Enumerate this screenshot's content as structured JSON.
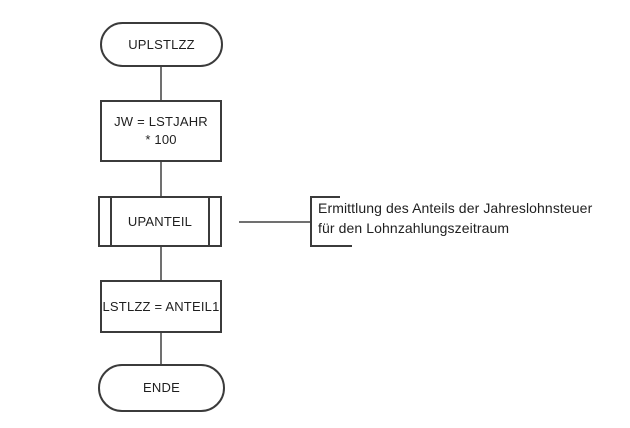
{
  "diagram": {
    "type": "flowchart",
    "colors": {
      "background": "#ffffff",
      "border": "#3b3b3b",
      "connector": "#707070",
      "text": "#1f1f1f"
    },
    "nodes": [
      {
        "id": "start",
        "shape": "terminator",
        "label": "UPLSTLZZ"
      },
      {
        "id": "process-jw",
        "shape": "process",
        "line1": "JW = LSTJAHR",
        "line2": "* 100"
      },
      {
        "id": "upanteil",
        "shape": "predefined-process",
        "label": "UPANTEIL"
      },
      {
        "id": "process-lstlzz",
        "shape": "process",
        "label": "LSTLZZ = ANTEIL1"
      },
      {
        "id": "end",
        "shape": "terminator",
        "label": "ENDE"
      }
    ],
    "edges": [
      {
        "from": "start",
        "to": "process-jw"
      },
      {
        "from": "process-jw",
        "to": "upanteil"
      },
      {
        "from": "upanteil",
        "to": "process-lstlzz"
      },
      {
        "from": "process-lstlzz",
        "to": "end"
      },
      {
        "from": "upanteil",
        "to": "annotation"
      }
    ],
    "annotation": {
      "target": "upanteil",
      "line1": "Ermittlung des Anteils der Jahreslohnsteuer",
      "line2": "für den Lohnzahlungszeitraum"
    }
  }
}
